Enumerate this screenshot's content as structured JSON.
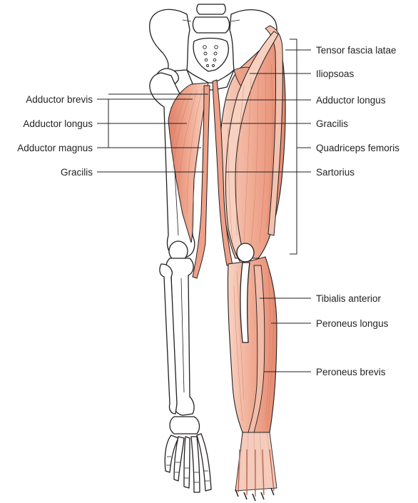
{
  "labels": {
    "right": {
      "tensor_fascia_latae": "Tensor fascia latae",
      "iliopsoas": "Iliopsoas",
      "adductor_longus": "Adductor longus",
      "gracilis": "Gracilis",
      "quadriceps_femoris": "Quadriceps femoris",
      "sartorius": "Sartorius",
      "tibialis_anterior": "Tibialis anterior",
      "peroneus_longus": "Peroneus longus",
      "peroneus_brevis": "Peroneus brevis"
    },
    "left": {
      "adductor_brevis": "Adductor brevis",
      "adductor_longus": "Adductor longus",
      "adductor_magnus": "Adductor magnus",
      "gracilis": "Gracilis"
    }
  },
  "colors": {
    "muscle_light": "#f7d3c4",
    "muscle_mid": "#f0aa92",
    "muscle_dark": "#e58a70",
    "outline": "#231f20",
    "fiber": "#c96a52"
  }
}
